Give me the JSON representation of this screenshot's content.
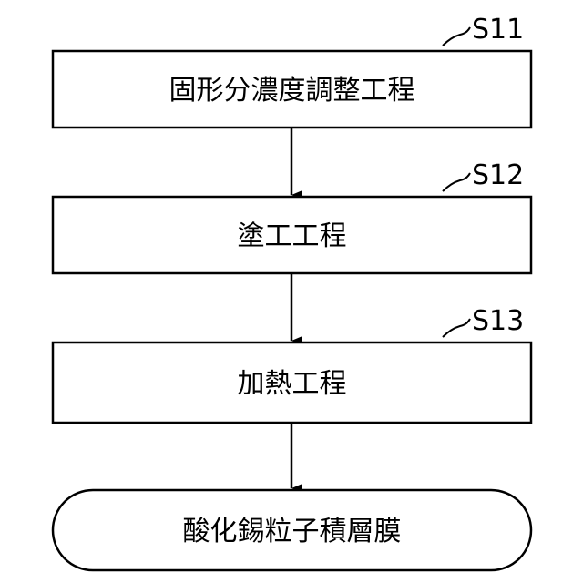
{
  "diagram": {
    "steps": [
      {
        "id": "S11",
        "label": "固形分濃度調整工程"
      },
      {
        "id": "S12",
        "label": "塗工工程"
      },
      {
        "id": "S13",
        "label": "加熱工程"
      }
    ],
    "result": {
      "label": "酸化錫粒子積層膜"
    }
  }
}
